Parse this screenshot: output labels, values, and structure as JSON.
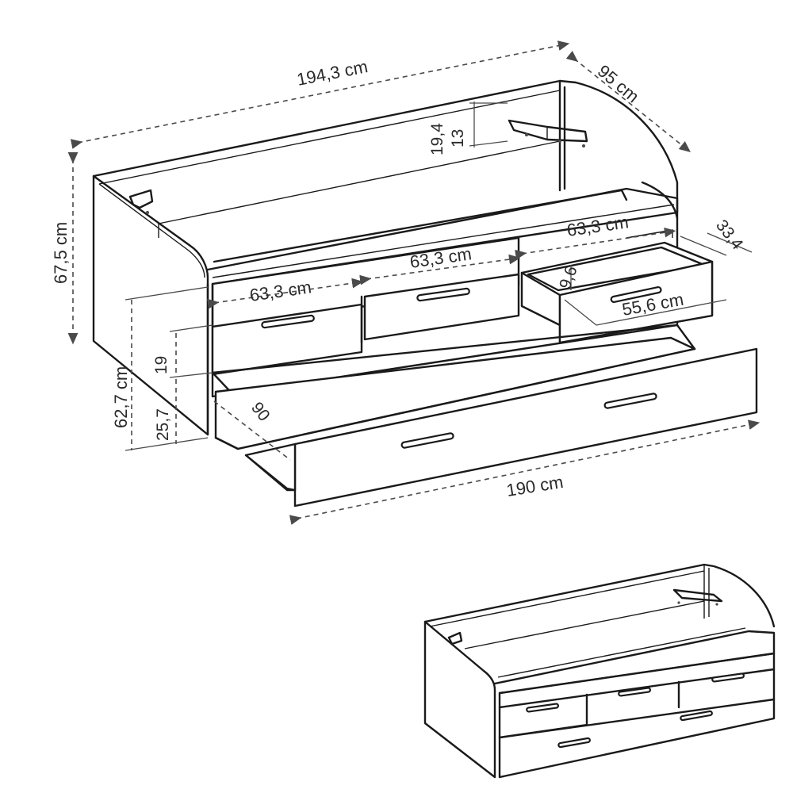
{
  "dimensions": {
    "total_length": "194,3 cm",
    "depth": "95 cm",
    "total_height": "67,5 cm",
    "drawer_width_left": "63,3 cm",
    "drawer_width_middle": "63,3 cm",
    "drawer_width_right": "63,3 cm",
    "drawer_depth": "33,4",
    "drawer_inner_height": "9,6",
    "drawer_inner_depth": "55,6 cm",
    "top_rail_a": "19,4",
    "top_rail_b": "13",
    "front_height": "62,7 cm",
    "bottom_height": "25,7",
    "pullout_gap": "19",
    "trundle_width": "90",
    "trundle_length": "190 cm"
  },
  "colors": {
    "line": "#1a1a1a",
    "dimension_line": "#4a4a4a",
    "background": "#ffffff"
  }
}
